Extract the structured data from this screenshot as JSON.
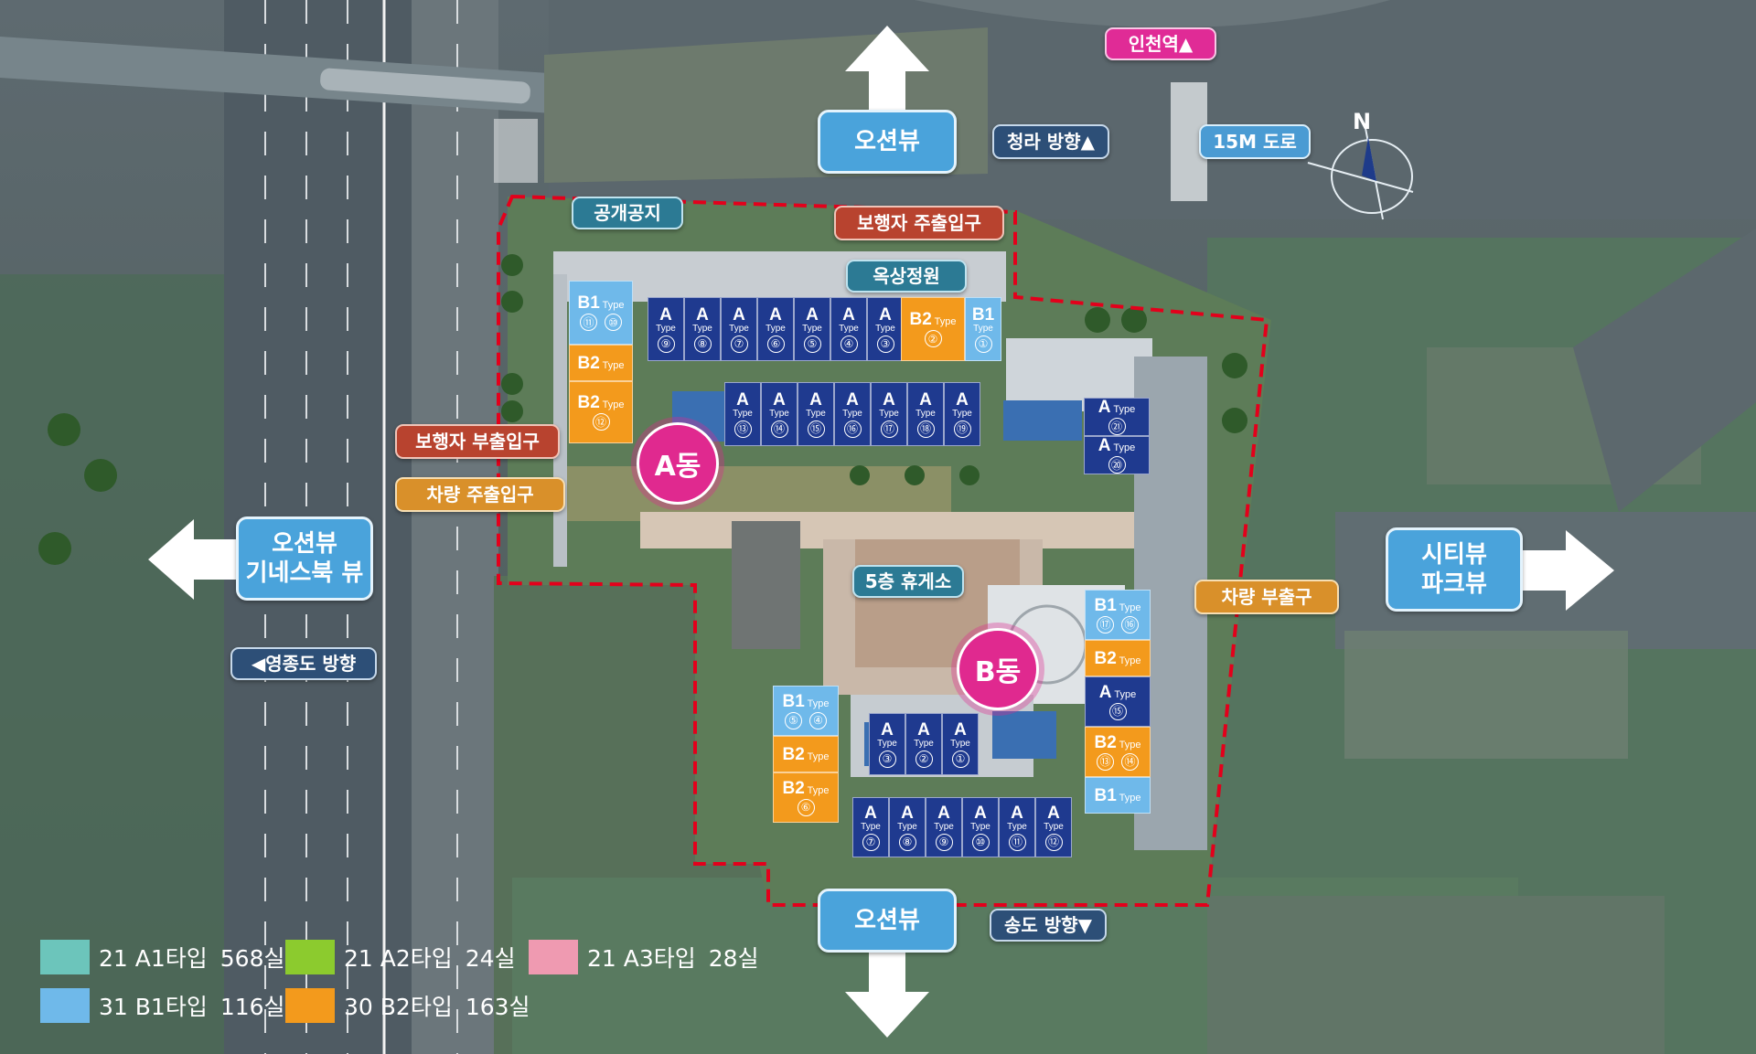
{
  "map": {
    "title_labels": {
      "incheon_station": "인천역▲",
      "cheongna": "청라 방향▲",
      "road_15m": "15M 도로",
      "public_space": "공개공지",
      "ped_main_entrance": "보행자 주출입구",
      "rooftop_garden": "옥상정원",
      "ped_sub_entrance": "보행자 부출입구",
      "car_main_entrance": "차량 주출입구",
      "rest_area_5f": "5층 휴게소",
      "car_sub_entrance": "차량 부출구",
      "yeongjong": "◀영종도 방향",
      "songdo": "송도 방향▼"
    },
    "views": {
      "top": "오션뷰",
      "bottom": "오션뷰",
      "left_line1": "오션뷰",
      "left_line2": "기네스북 뷰",
      "right_line1": "시티뷰",
      "right_line2": "파크뷰"
    },
    "buildings": {
      "a": "A동",
      "b": "B동"
    },
    "compass": "N"
  },
  "units": {
    "type_word": "Type",
    "a_top_row": [
      {
        "label": "A",
        "num": "⑨"
      },
      {
        "label": "A",
        "num": "⑧"
      },
      {
        "label": "A",
        "num": "⑦"
      },
      {
        "label": "A",
        "num": "⑥"
      },
      {
        "label": "A",
        "num": "⑤"
      },
      {
        "label": "A",
        "num": "④"
      },
      {
        "label": "A",
        "num": "③"
      }
    ],
    "a_mid_row": [
      {
        "label": "A",
        "num": "⑬"
      },
      {
        "label": "A",
        "num": "⑭"
      },
      {
        "label": "A",
        "num": "⑮"
      },
      {
        "label": "A",
        "num": "⑯"
      },
      {
        "label": "A",
        "num": "⑰"
      },
      {
        "label": "A",
        "num": "⑱"
      },
      {
        "label": "A",
        "num": "⑲"
      }
    ],
    "a_left_col": [
      {
        "label": "B1",
        "nums": [
          "⑪",
          "⑩"
        ]
      },
      {
        "label": "B2",
        "num": ""
      },
      {
        "label": "B2",
        "num": "⑫"
      }
    ],
    "a_top_right": [
      {
        "label": "B2",
        "num": "②"
      },
      {
        "label": "B1",
        "num": "①"
      }
    ],
    "a_right_col": [
      {
        "label": "A",
        "num": "㉑"
      },
      {
        "label": "A",
        "num": "⑳"
      }
    ],
    "b_right_col": [
      {
        "label": "B1",
        "nums": [
          "⑰",
          "⑯"
        ]
      },
      {
        "label": "B2",
        "num": ""
      },
      {
        "label": "A",
        "num": "⑮"
      },
      {
        "label": "B2",
        "nums": [
          "⑬",
          "⑭"
        ]
      },
      {
        "label": "B1",
        "num": ""
      }
    ],
    "b_left_col": [
      {
        "label": "B1",
        "nums": [
          "⑤",
          "④"
        ]
      },
      {
        "label": "B2",
        "num": ""
      },
      {
        "label": "B2",
        "num": "⑥"
      }
    ],
    "b_mid_row": [
      {
        "label": "A",
        "num": "③"
      },
      {
        "label": "A",
        "num": "②"
      },
      {
        "label": "A",
        "num": "①"
      }
    ],
    "b_bottom_row": [
      {
        "label": "A",
        "num": "⑦"
      },
      {
        "label": "A",
        "num": "⑧"
      },
      {
        "label": "A",
        "num": "⑨"
      },
      {
        "label": "A",
        "num": "⑩"
      },
      {
        "label": "A",
        "num": "⑪"
      },
      {
        "label": "A",
        "num": "⑫"
      }
    ]
  },
  "legend": [
    {
      "label": "21 A1타입",
      "count": "568실",
      "color": "#6cc5bb"
    },
    {
      "label": "21 A2타입",
      "count": "24실",
      "color": "#8ccb2e"
    },
    {
      "label": "21 A3타입",
      "count": "28실",
      "color": "#ef9ab1"
    },
    {
      "label": "31 B1타입",
      "count": "116실",
      "color": "#6fb9ea"
    },
    {
      "label": "30 B2타입",
      "count": "163실",
      "color": "#f39a1c"
    }
  ],
  "colors": {
    "type_a": "#1f3a8f",
    "type_b1": "#6fb9ea",
    "type_b2": "#f39a1c",
    "boundary": "#e3001b",
    "building_tag": "#e0298f"
  }
}
